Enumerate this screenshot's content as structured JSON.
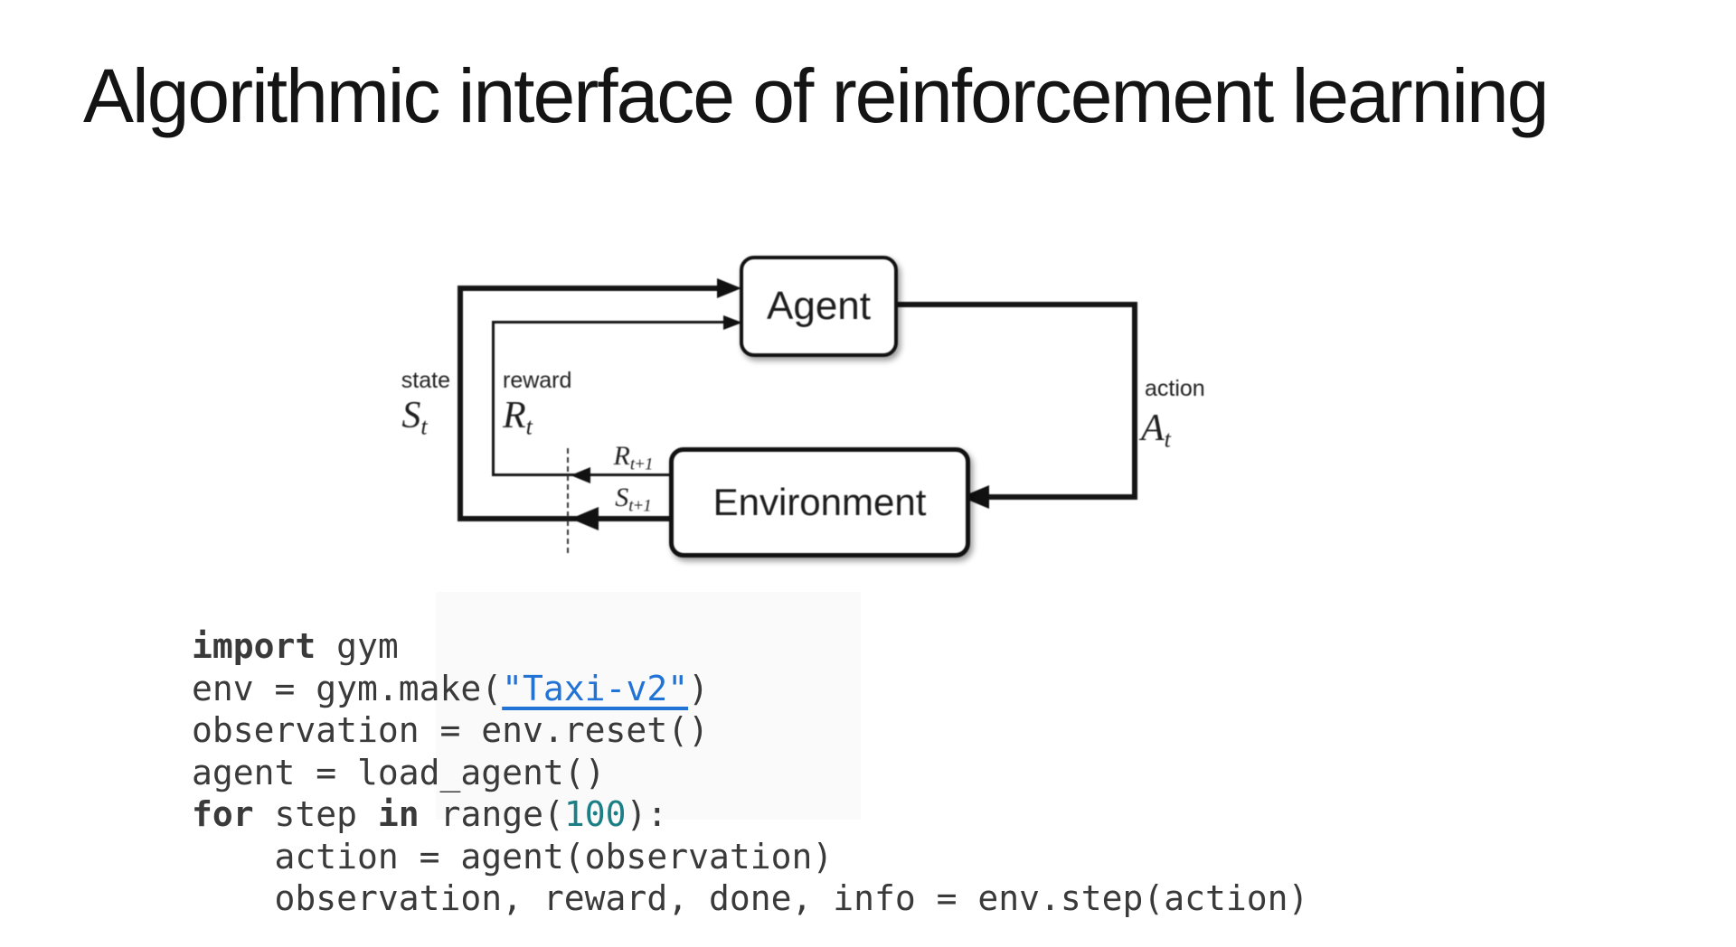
{
  "title": "Algorithmic interface of reinforcement learning",
  "diagram": {
    "agent_label": "Agent",
    "environment_label": "Environment",
    "labels": {
      "state": {
        "word": "state",
        "sym": "S",
        "sub": "t"
      },
      "reward": {
        "word": "reward",
        "sym": "R",
        "sub": "t"
      },
      "action": {
        "word": "action",
        "sym": "A",
        "sub": "t"
      },
      "reward_next": {
        "sym": "R",
        "sub": "t+1"
      },
      "state_next": {
        "sym": "S",
        "sub": "t+1"
      }
    }
  },
  "code": {
    "language": "python",
    "lines": [
      [
        {
          "t": "kw",
          "s": "import"
        },
        {
          "t": "p",
          "s": " gym"
        }
      ],
      [
        {
          "t": "p",
          "s": "env = gym.make("
        },
        {
          "t": "link",
          "s": "\"Taxi-v2\""
        },
        {
          "t": "p",
          "s": ")"
        }
      ],
      [
        {
          "t": "p",
          "s": "observation = env.reset()"
        }
      ],
      [
        {
          "t": "p",
          "s": "agent = load_agent()"
        }
      ],
      [
        {
          "t": "kw",
          "s": "for"
        },
        {
          "t": "p",
          "s": " step "
        },
        {
          "t": "kw",
          "s": "in"
        },
        {
          "t": "p",
          "s": " range("
        },
        {
          "t": "num",
          "s": "100"
        },
        {
          "t": "p",
          "s": "):"
        }
      ],
      [
        {
          "t": "p",
          "s": "    action = agent(observation)"
        }
      ],
      [
        {
          "t": "p",
          "s": "    observation, reward, done, info = env.step(action)"
        }
      ]
    ]
  },
  "colors": {
    "title": "#141414",
    "line": "#151515",
    "code_text": "#3a3a3a",
    "number": "#1b7f85",
    "link": "#2273d6"
  }
}
